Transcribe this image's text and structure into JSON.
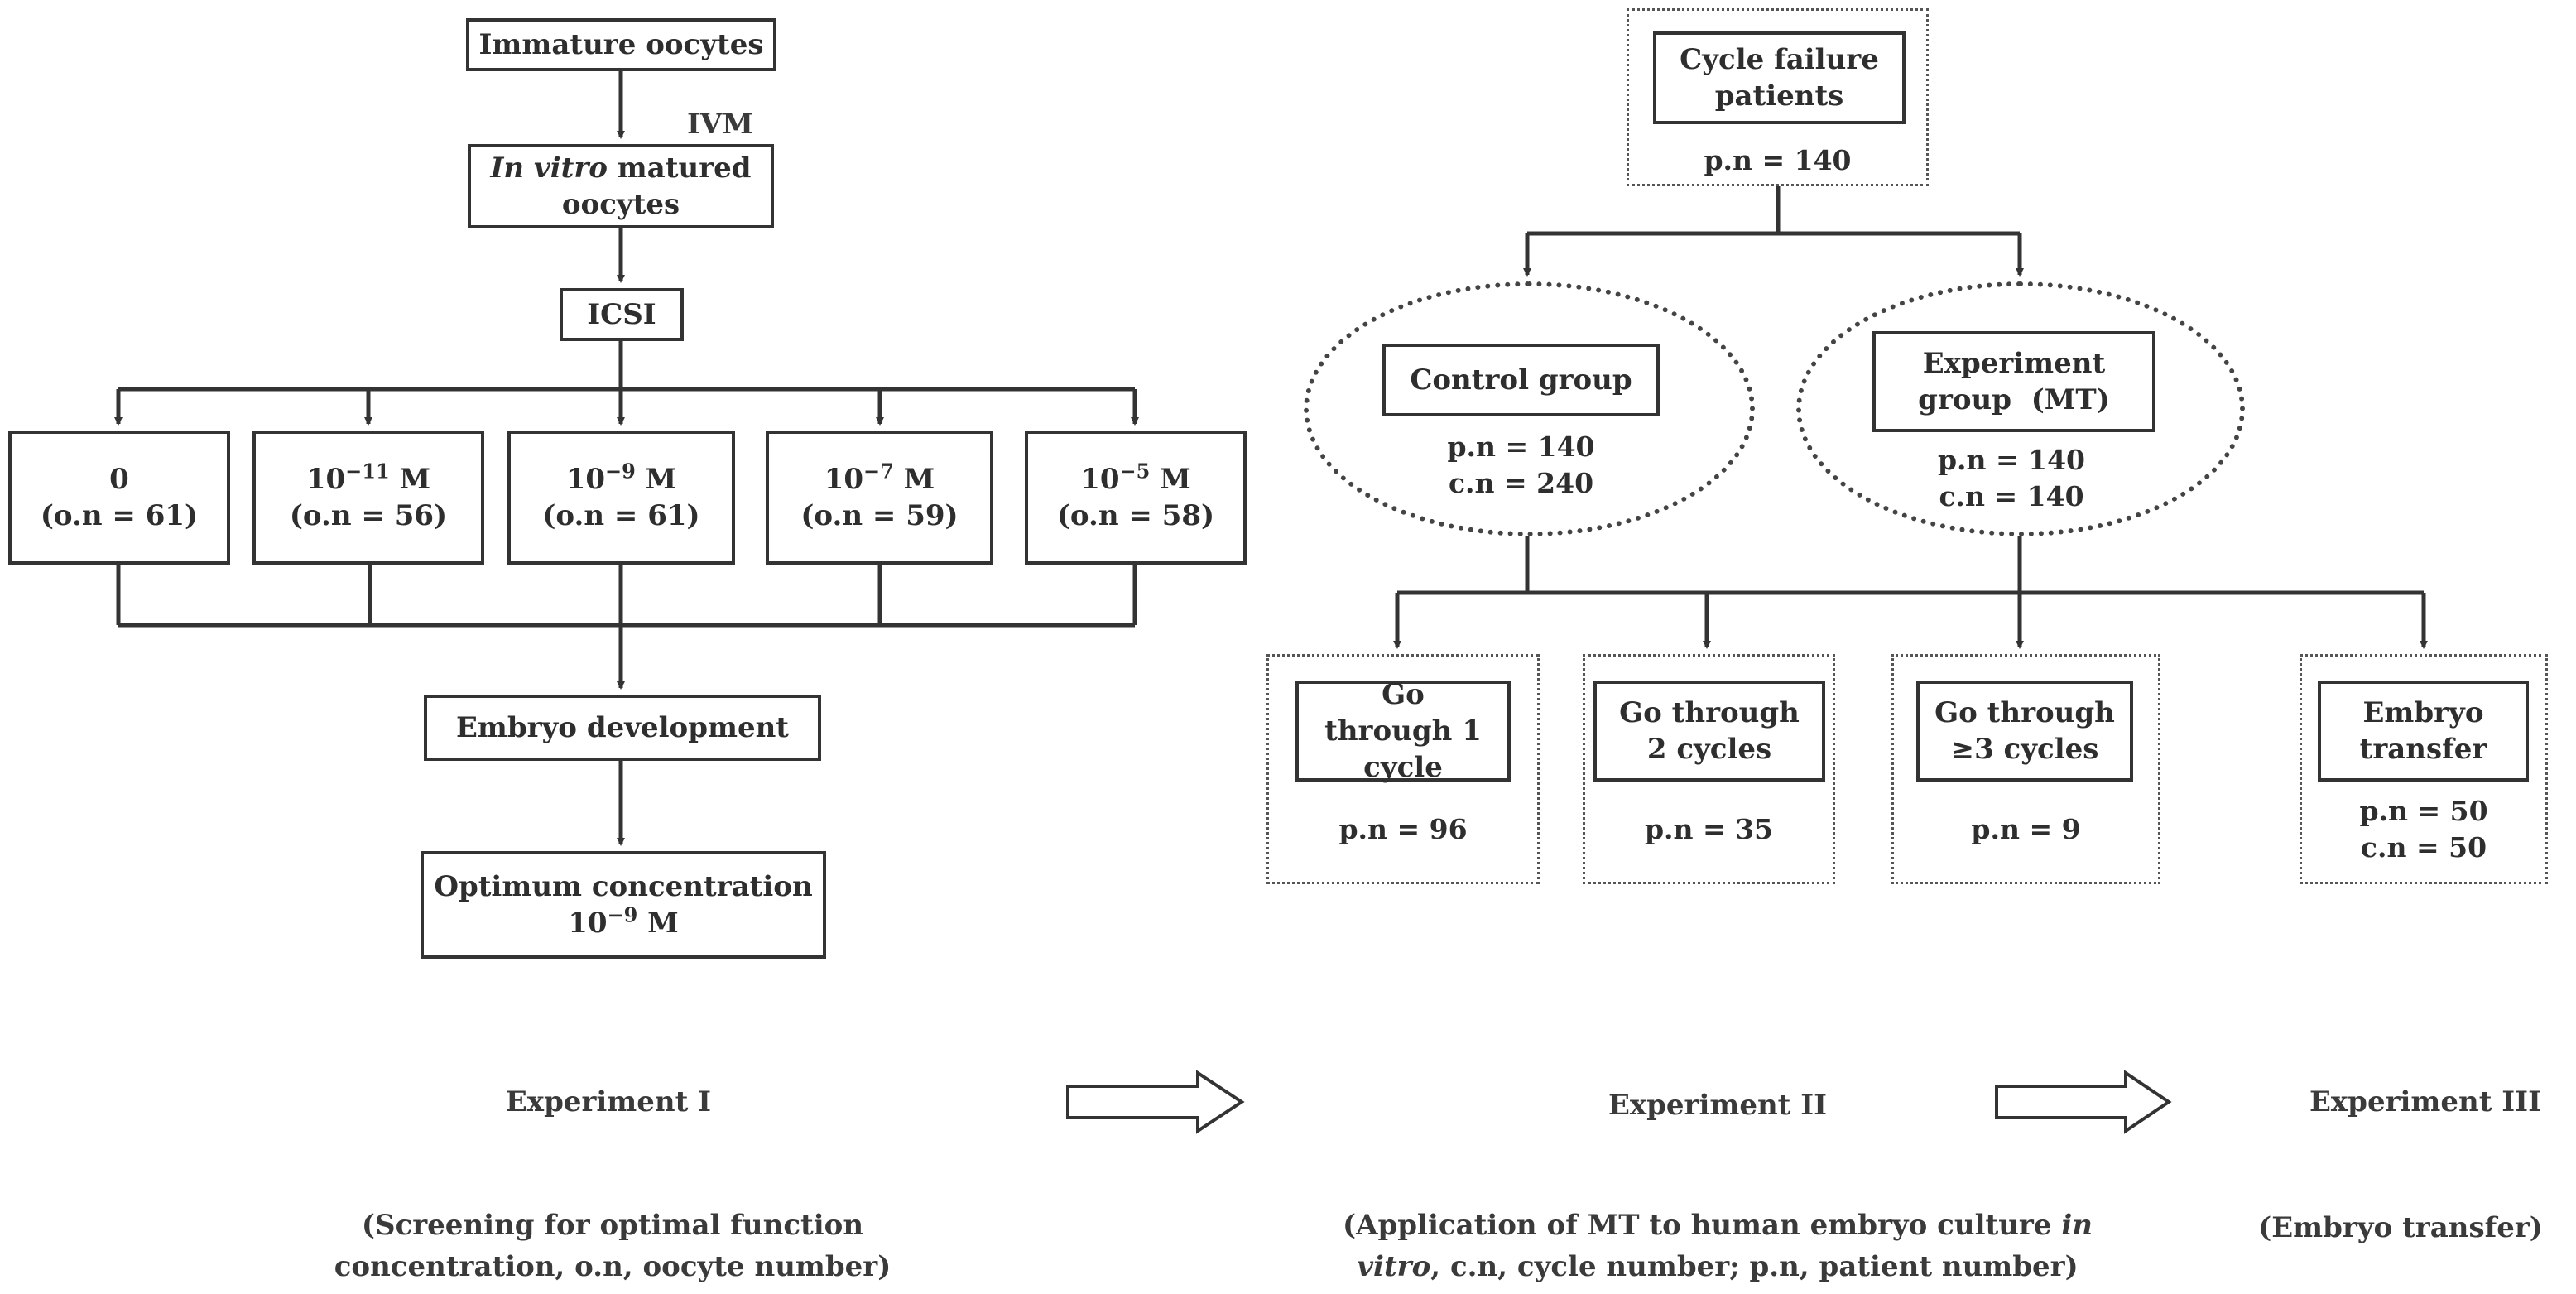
{
  "exp1": {
    "immature": "Immature oocytes",
    "ivm": "IVM",
    "matured_italic": "In vitro",
    "matured_rest": " matured oocytes",
    "icsi": "ICSI",
    "concentrations": [
      {
        "base": "0",
        "exp": "",
        "unit": "",
        "on": "(o.n = 61)"
      },
      {
        "base": "10",
        "exp": "−11",
        "unit": " M",
        "on": "(o.n = 56)"
      },
      {
        "base": "10",
        "exp": "−9",
        "unit": " M",
        "on": "(o.n = 61)"
      },
      {
        "base": "10",
        "exp": "−7",
        "unit": " M",
        "on": "(o.n = 59)"
      },
      {
        "base": "10",
        "exp": "−5",
        "unit": " M",
        "on": "(o.n = 58)"
      }
    ],
    "embryo_dev": "Embryo development",
    "optimum_line1": "Optimum concentration",
    "optimum_base": "10",
    "optimum_exp": "−9",
    "optimum_unit": " M"
  },
  "exp2": {
    "failure": "Cycle failure patients",
    "failure_pn": "p.n = 140",
    "control": "Control group",
    "control_pn": "p.n = 140",
    "control_cn": "c.n = 240",
    "experiment": "Experiment group  (MT)",
    "experiment_pn": "p.n = 140",
    "experiment_cn": "c.n = 140",
    "cycles1": "Go through 1 cycle",
    "cycles1_pn": "p.n = 96",
    "cycles2": "Go through 2 cycles",
    "cycles2_pn": "p.n = 35",
    "cycles3": "Go through ≥3 cycles",
    "cycles3_pn": "p.n = 9",
    "transfer": "Embryo transfer",
    "transfer_pn": "p.n = 50",
    "transfer_cn": "c.n = 50"
  },
  "footer": {
    "exp1_title": "Experiment I",
    "exp1_caption": "(Screening for optimal function concentration, o.n, oocyte number)",
    "exp2_title": "Experiment II",
    "exp2_caption_a": "(Application of MT to human embryo culture ",
    "exp2_caption_italic": "in vitro",
    "exp2_caption_b": ", c.n, cycle number; p.n, patient number)",
    "exp3_title": "Experiment III",
    "exp3_caption": "(Embryo transfer)"
  }
}
